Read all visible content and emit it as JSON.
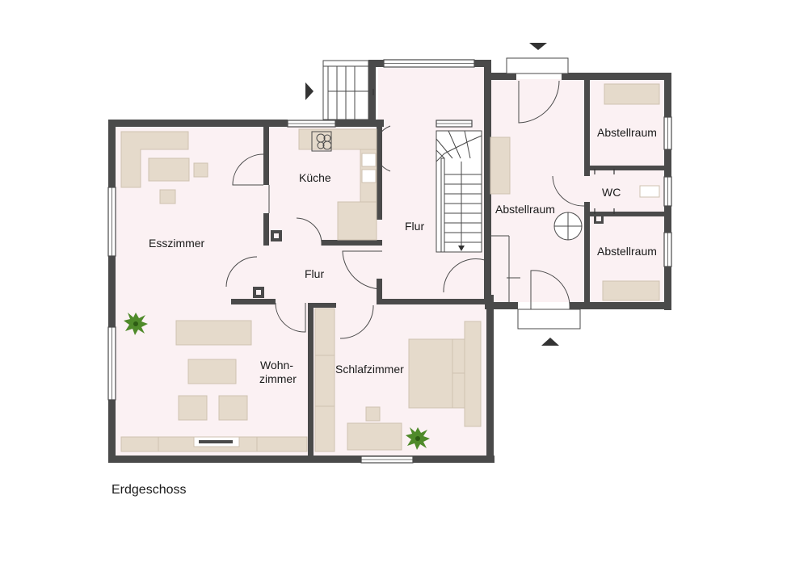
{
  "plan": {
    "caption": "Erdgeschoss",
    "rooms": {
      "esszimmer": "Esszimmer",
      "kueche": "Küche",
      "flur_mitte": "Flur",
      "flur_treppe": "Flur",
      "wohnzimmer_1": "Wohn-",
      "wohnzimmer_2": "zimmer",
      "schlafzimmer": "Schlafzimmer",
      "abstellraum_mitte": "Abstellraum",
      "abstellraum_oben": "Abstellraum",
      "abstellraum_unten": "Abstellraum",
      "wc": "WC"
    }
  },
  "colors": {
    "wall": "#4a4a4a",
    "floor": "#fbf1f3",
    "furniture": "#e5dacb",
    "furniture_stroke": "#cfc2b0",
    "plant": "#4f8a2a"
  }
}
